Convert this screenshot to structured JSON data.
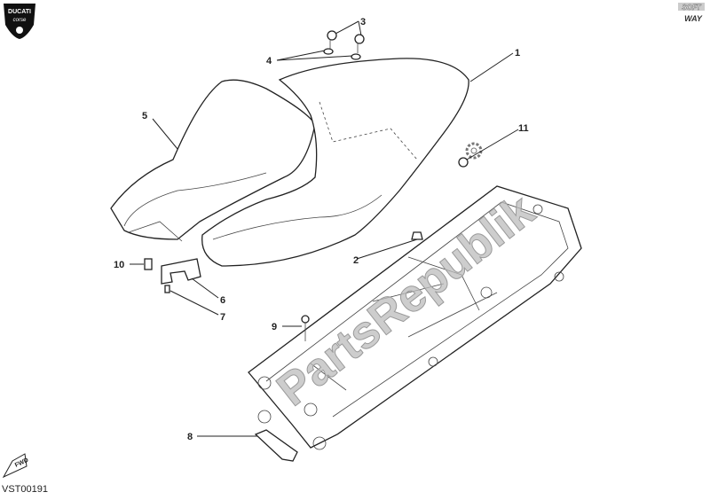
{
  "diagram": {
    "code": "VST00191",
    "watermark": "PartsRepublik",
    "logos": {
      "brand_top_left": "DUCATI corse",
      "brand_top_right": "SOFT WAY",
      "direction_badge": "FWD"
    },
    "callouts": [
      "1",
      "2",
      "3",
      "4",
      "5",
      "6",
      "7",
      "8",
      "9",
      "10",
      "11"
    ]
  },
  "colors": {
    "line": "#222222",
    "watermark": "#bcbcbc"
  }
}
